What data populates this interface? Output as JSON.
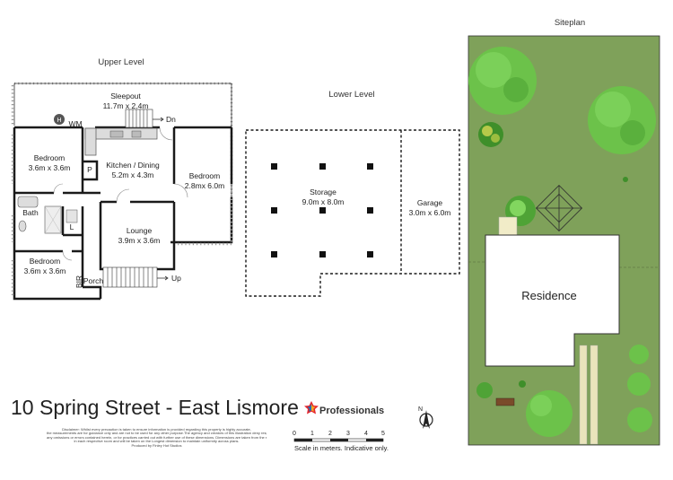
{
  "title": "10 Spring Street - East Lismore",
  "brand": "Professionals",
  "sections": {
    "upper": "Upper Level",
    "lower": "Lower Level",
    "siteplan": "Siteplan"
  },
  "rooms": {
    "sleepout": {
      "name": "Sleepout",
      "size": "11.7m x 2.4m"
    },
    "bedroom_nw": {
      "name": "Bedroom",
      "size": "3.6m x 3.6m"
    },
    "kitchen": {
      "name": "Kitchen / Dining",
      "size": "5.2m x 4.3m"
    },
    "bedroom_e": {
      "name": "Bedroom",
      "size": "2.8mx 6.0m"
    },
    "bath": "Bath",
    "laundry": "L",
    "pantry": "P",
    "wm": "WM",
    "hw": "H",
    "dn": "Dn",
    "up": "Up",
    "lounge": {
      "name": "Lounge",
      "size": "3.9m x 3.6m"
    },
    "bedroom_sw": {
      "name": "Bedroom",
      "size": "3.6m x 3.6m"
    },
    "bir": "BIR",
    "porch": "Porch",
    "storage": {
      "name": "Storage",
      "size": "9.0m x 8.0m"
    },
    "garage": {
      "name": "Garage",
      "size": "3.0m x 6.0m"
    },
    "residence": "Residence"
  },
  "scale": {
    "ticks": [
      "0",
      "1",
      "2",
      "3",
      "4",
      "5"
    ],
    "caption": "Scale in meters. Indicative only."
  },
  "north": "N",
  "disclaimer": [
    "Disclaimer: Whilst every precaution is taken to ensure information is provided regarding this property is highly accurate,",
    "the measurements are for guidance only and are not to be used for any other purpose.The agency and creators of this illustration deny responsibility for",
    "any omissions or errors contained herein, or for practices carried out with further use of these dimensions. Dimensions are taken from the structural Walls",
    "in each respective room and will be taken on the Longest dimension to maintain uniformity across plans.",
    "Produced by Finley Hot Studios"
  ],
  "colors": {
    "grass": "#7fa15a",
    "tree": "#6cc24a",
    "tree_dark": "#3f8f2a",
    "wall": "#1a1a1a",
    "brand_red": "#e4242c",
    "brand_orange": "#f5a623",
    "brand_blue": "#1f6fb4"
  }
}
